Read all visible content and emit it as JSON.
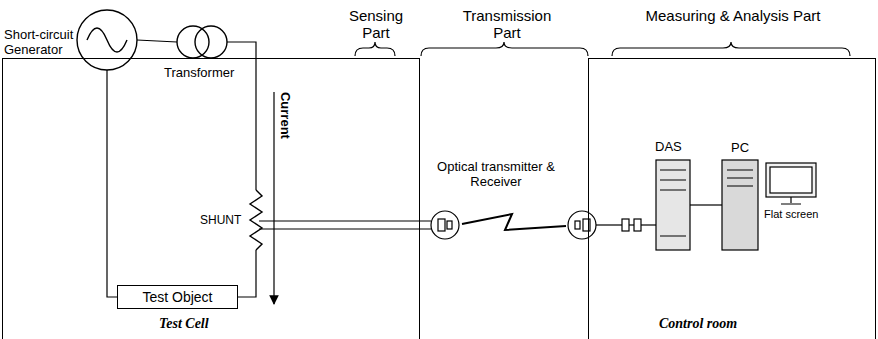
{
  "diagram": {
    "nodes": [
      {
        "text": [
          "Test Cell"
        ]
      },
      {
        "text": [
          "Control room"
        ]
      },
      {
        "text": [
          "Test Object"
        ],
        "in": 0
      }
    ],
    "labels": [
      "Sensing Part",
      "Transmission Part",
      "Measuring & Analysis Part",
      "Short-circuit Generator",
      "Transformer",
      "Current",
      "SHUNT",
      "Optical transmitter & Receiver",
      "DAS",
      "PC",
      "Flat screen"
    ]
  }
}
